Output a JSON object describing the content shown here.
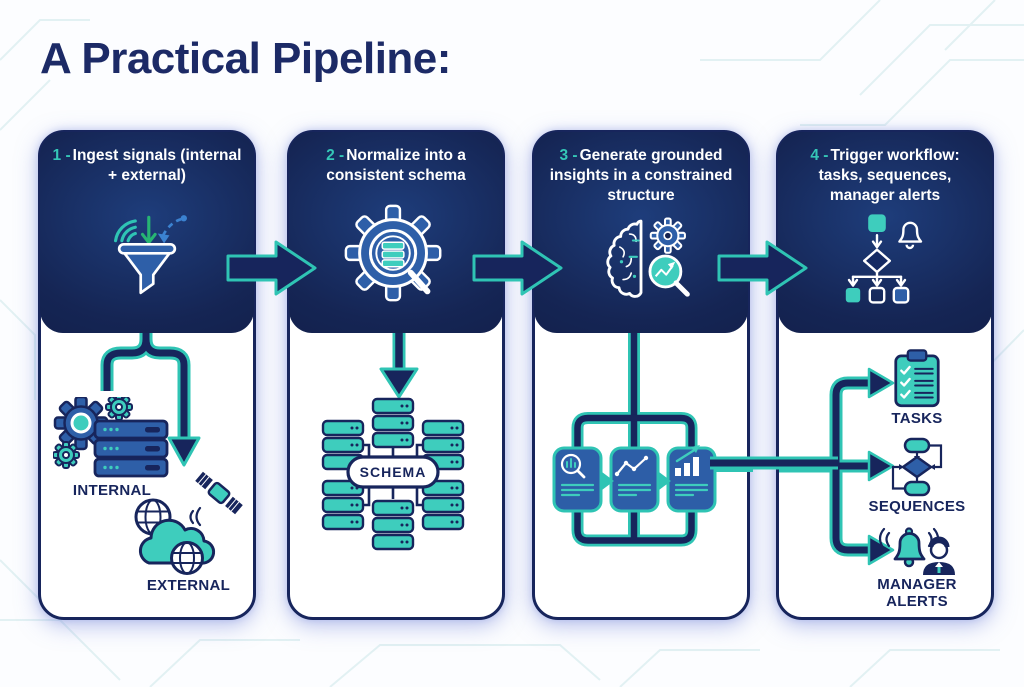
{
  "title": "A Practical Pipeline:",
  "steps": [
    {
      "num": "1 -",
      "heading": "Ingest signals (internal + external)",
      "icon": "funnel-signals-icon"
    },
    {
      "num": "2 -",
      "heading": "Normalize into a consistent schema",
      "icon": "gear-magnifier-database-icon"
    },
    {
      "num": "3 -",
      "heading": "Generate grounded insights in a constrained structure",
      "icon": "brain-gear-insights-icon"
    },
    {
      "num": "4 -",
      "heading": "Trigger workflow: tasks, sequences, manager alerts",
      "icon": "workflow-decision-bell-icon"
    }
  ],
  "card1": {
    "internal_label": "INTERNAL",
    "external_label": "EXTERNAL",
    "icons": [
      "gears-server-icon",
      "globe-cloud-satellite-icon"
    ]
  },
  "card2": {
    "hub_label": "SCHEMA",
    "icons": [
      "server-stack-icon"
    ]
  },
  "card3": {
    "icons": [
      "magnifier-bars-icon",
      "line-chart-icon",
      "bar-chart-arrow-icon"
    ]
  },
  "card4": {
    "outputs": [
      {
        "label": "TASKS",
        "icon": "clipboard-checklist-icon"
      },
      {
        "label": "SEQUENCES",
        "icon": "sequence-flowchart-icon"
      },
      {
        "label": "MANAGER ALERTS",
        "icon": "bell-person-alert-icon"
      }
    ]
  },
  "colors": {
    "navy": "#17255c",
    "teal": "#2fc4b4",
    "teal_fill": "#3ecdbd",
    "blue": "#2e5fa8",
    "green": "#27b573",
    "title_navy": "#1c2a66",
    "glow": "#8b9be0",
    "background": "#fcfdff"
  }
}
